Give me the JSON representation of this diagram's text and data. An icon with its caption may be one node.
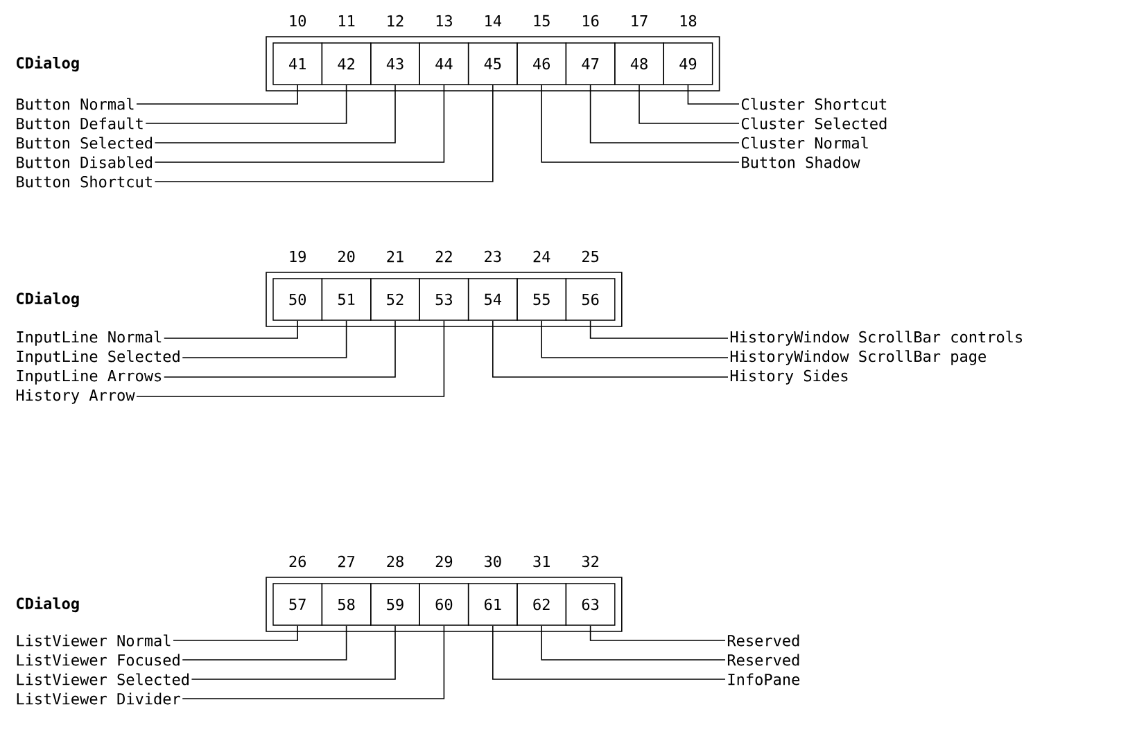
{
  "diagram": {
    "nodes": [
      {
        "text": [],
        "shape": "box"
      },
      {
        "text": [
          "41"
        ],
        "in": 0,
        "beside": [
          "10"
        ]
      },
      {
        "text": [
          "42"
        ],
        "in": 0,
        "beside": [
          "11"
        ]
      },
      {
        "text": [
          "43"
        ],
        "in": 0,
        "beside": [
          "12"
        ]
      },
      {
        "text": [
          "44"
        ],
        "in": 0,
        "beside": [
          "13"
        ]
      },
      {
        "text": [
          "45"
        ],
        "in": 0,
        "beside": [
          "14"
        ]
      },
      {
        "text": [
          "46"
        ],
        "in": 0,
        "beside": [
          "15"
        ]
      },
      {
        "text": [
          "47"
        ],
        "in": 0,
        "beside": [
          "16"
        ]
      },
      {
        "text": [
          "48"
        ],
        "in": 0,
        "beside": [
          "17"
        ]
      },
      {
        "text": [
          "49"
        ],
        "in": 0,
        "beside": [
          "18"
        ]
      },
      {
        "text": [
          "Button Normal"
        ]
      },
      {
        "text": [
          "Button Default"
        ]
      },
      {
        "text": [
          "Button Selected"
        ]
      },
      {
        "text": [
          "Button Disabled"
        ]
      },
      {
        "text": [
          "Button Shortcut"
        ]
      },
      {
        "text": [
          "Cluster Shortcut"
        ]
      },
      {
        "text": [
          "Cluster Selected"
        ]
      },
      {
        "text": [
          "Cluster Normal"
        ]
      },
      {
        "text": [
          "Button Shadow"
        ]
      },
      {
        "text": [],
        "shape": "box"
      },
      {
        "text": [
          "50"
        ],
        "in": 19,
        "beside": [
          "19"
        ]
      },
      {
        "text": [
          "51"
        ],
        "in": 19,
        "beside": [
          "20"
        ]
      },
      {
        "text": [
          "52"
        ],
        "in": 19,
        "beside": [
          "21"
        ]
      },
      {
        "text": [
          "53"
        ],
        "in": 19,
        "beside": [
          "22"
        ]
      },
      {
        "text": [
          "54"
        ],
        "in": 19,
        "beside": [
          "23"
        ]
      },
      {
        "text": [
          "55"
        ],
        "in": 19,
        "beside": [
          "24"
        ]
      },
      {
        "text": [
          "56"
        ],
        "in": 19,
        "beside": [
          "25"
        ]
      },
      {
        "text": [
          "InputLine Normal"
        ]
      },
      {
        "text": [
          "InputLine Selected"
        ]
      },
      {
        "text": [
          "InputLine Arrows"
        ]
      },
      {
        "text": [
          "History Arrow"
        ]
      },
      {
        "text": [
          "HistoryWindow ScrollBar controls"
        ]
      },
      {
        "text": [
          "HistoryWindow ScrollBar page"
        ]
      },
      {
        "text": [
          "History Sides"
        ]
      },
      {
        "text": [],
        "shape": "box"
      },
      {
        "text": [
          "57"
        ],
        "in": 34,
        "beside": [
          "26"
        ]
      },
      {
        "text": [
          "58"
        ],
        "in": 34,
        "beside": [
          "27"
        ]
      },
      {
        "text": [
          "59"
        ],
        "in": 34,
        "beside": [
          "28"
        ]
      },
      {
        "text": [
          "60"
        ],
        "in": 34,
        "beside": [
          "29"
        ]
      },
      {
        "text": [
          "61"
        ],
        "in": 34,
        "beside": [
          "30"
        ]
      },
      {
        "text": [
          "62"
        ],
        "in": 34,
        "beside": [
          "31"
        ]
      },
      {
        "text": [
          "63"
        ],
        "in": 34,
        "beside": [
          "32"
        ]
      },
      {
        "text": [
          "ListViewer Normal"
        ]
      },
      {
        "text": [
          "ListViewer Focused"
        ]
      },
      {
        "text": [
          "ListViewer Selected"
        ]
      },
      {
        "text": [
          "ListViewer Divider"
        ]
      },
      {
        "text": [
          "Reserved"
        ]
      },
      {
        "text": [
          "Reserved"
        ]
      },
      {
        "text": [
          "InfoPane"
        ]
      }
    ],
    "edges": [
      {
        "from": 10,
        "to": 1,
        "arrow": "none"
      },
      {
        "from": 11,
        "to": 2,
        "arrow": "none"
      },
      {
        "from": 12,
        "to": 3,
        "arrow": "none"
      },
      {
        "from": 13,
        "to": 4,
        "arrow": "none"
      },
      {
        "from": 14,
        "to": 5,
        "arrow": "none"
      },
      {
        "from": 15,
        "to": 9,
        "arrow": "none"
      },
      {
        "from": 16,
        "to": 8,
        "arrow": "none"
      },
      {
        "from": 17,
        "to": 7,
        "arrow": "none"
      },
      {
        "from": 18,
        "to": 6,
        "arrow": "none"
      },
      {
        "from": 27,
        "to": 20,
        "arrow": "none"
      },
      {
        "from": 28,
        "to": 21,
        "arrow": "none"
      },
      {
        "from": 29,
        "to": 22,
        "arrow": "none"
      },
      {
        "from": 30,
        "to": 23,
        "arrow": "none"
      },
      {
        "from": 31,
        "to": 26,
        "arrow": "none"
      },
      {
        "from": 32,
        "to": 25,
        "arrow": "none"
      },
      {
        "from": 33,
        "to": 24,
        "arrow": "none"
      },
      {
        "from": 42,
        "to": 35,
        "arrow": "none"
      },
      {
        "from": 43,
        "to": 36,
        "arrow": "none"
      },
      {
        "from": 44,
        "to": 37,
        "arrow": "none"
      },
      {
        "from": 45,
        "to": 38,
        "arrow": "none"
      },
      {
        "from": 46,
        "to": 41,
        "arrow": "none"
      },
      {
        "from": 47,
        "to": 40,
        "arrow": "none"
      },
      {
        "from": 48,
        "to": 39,
        "arrow": "none"
      }
    ],
    "labels": [
      "CDialog",
      "CDialog",
      "CDialog"
    ]
  }
}
